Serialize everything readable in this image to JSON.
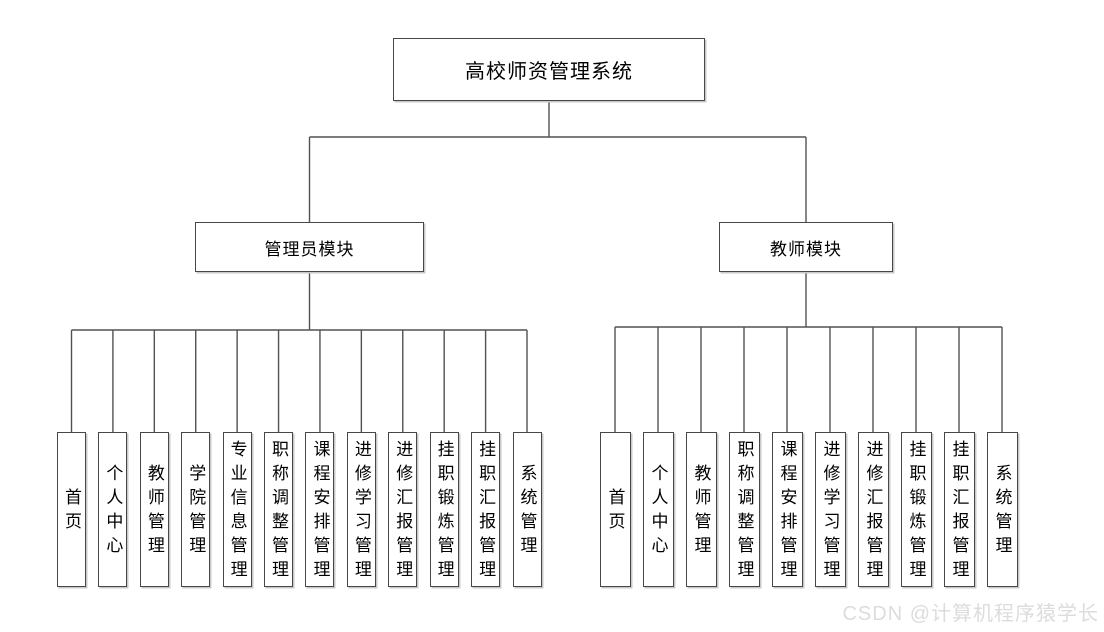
{
  "diagram": {
    "root": {
      "label": "高校师资管理系统"
    },
    "modules": [
      {
        "label": "管理员模块",
        "children": [
          "首页",
          "个人中心",
          "教师管理",
          "学院管理",
          "专业信息管理",
          "职称调整管理",
          "课程安排管理",
          "进修学习管理",
          "进修汇报管理",
          "挂职锻炼管理",
          "挂职汇报管理",
          "系统管理"
        ]
      },
      {
        "label": "教师模块",
        "children": [
          "首页",
          "个人中心",
          "教师管理",
          "职称调整管理",
          "课程安排管理",
          "进修学习管理",
          "进修汇报管理",
          "挂职锻炼管理",
          "挂职汇报管理",
          "系统管理"
        ]
      }
    ]
  },
  "watermark": "CSDN @计算机程序猿学长",
  "colors": {
    "background": "#ffffff",
    "line": "#525252",
    "box_border": "#474747",
    "box_shadow": "#c9c9c9",
    "text": "#000000",
    "watermark": "#dcdcdc"
  }
}
